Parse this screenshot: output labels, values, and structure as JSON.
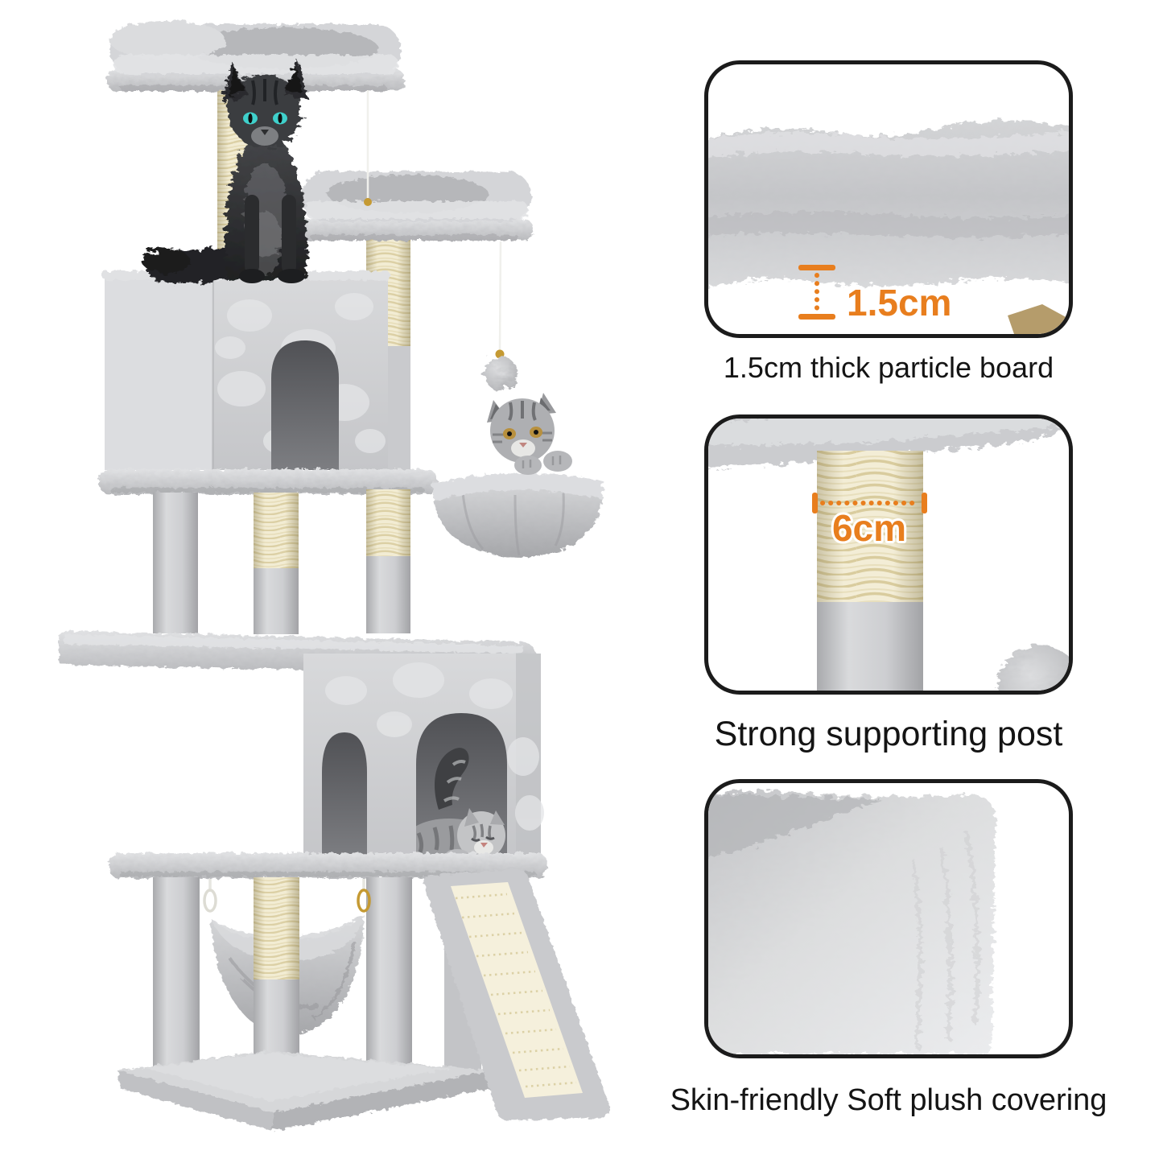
{
  "page": {
    "background_color": "#FFFFFF"
  },
  "annotations": {
    "board_thickness_label": "1.5cm",
    "post_diameter_label": "6cm"
  },
  "callouts": [
    {
      "id": "particle-board",
      "caption": "1.5cm thick particle board",
      "measurement": "1.5cm"
    },
    {
      "id": "supporting-post",
      "caption": "Strong supporting post",
      "measurement": "6cm"
    },
    {
      "id": "plush-covering",
      "caption": "Skin-friendly Soft plush covering",
      "measurement": ""
    }
  ],
  "colors": {
    "accent": "#E87E1E",
    "card_border": "#1B1B1B",
    "caption_text": "#141414",
    "plush_gray": "#D2D3D6",
    "plush_light": "#E6E7E9",
    "plush_dark": "#A8A9AC",
    "sisal_cream": "#F2ECD4",
    "sisal_line": "#DCD0A5",
    "condo_interior": "#5A5B5E",
    "gold_bead": "#C59A33",
    "cat_dark_fur": "#2E2F31",
    "cat_gray_fur": "#9A9B9E",
    "eye_teal": "#3FD0CB",
    "eye_amber": "#B8903E",
    "particle_chip": "#B59C6B",
    "background": "#FFFFFF"
  }
}
